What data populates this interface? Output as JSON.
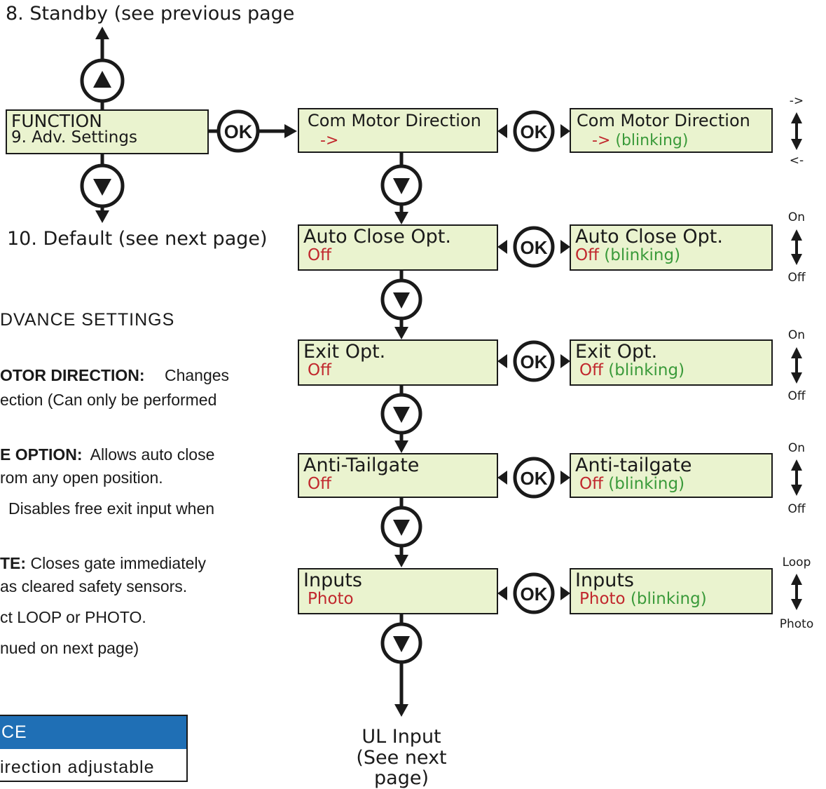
{
  "nav": {
    "up_text": "8. Standby (see previous page",
    "down_text": "10. Default (see next page)",
    "bottom_text_1": "UL Input",
    "bottom_text_2": "(See next page)"
  },
  "function_box": {
    "line1": "FUNCTION",
    "line2": "9. Adv. Settings"
  },
  "ok_label": "OK",
  "rows": [
    {
      "title_left": "Com Motor Direction",
      "value_left": "->",
      "title_right": "Com Motor Direction",
      "value_right": "->",
      "blink": "(blinking)",
      "opt_top": "->",
      "opt_bottom": "<-"
    },
    {
      "title_left": "Auto Close Opt.",
      "value_left": "Off",
      "title_right": "Auto Close Opt.",
      "value_right": "Off",
      "blink": "(blinking)",
      "opt_top": "On",
      "opt_bottom": "Off"
    },
    {
      "title_left": "Exit Opt.",
      "value_left": "Off",
      "title_right": "Exit Opt.",
      "value_right": "Off",
      "blink": "(blinking)",
      "opt_top": "On",
      "opt_bottom": "Off"
    },
    {
      "title_left": "Anti-Tailgate",
      "value_left": "Off",
      "title_right": "Anti-tailgate",
      "value_right": "Off",
      "blink": "(blinking)",
      "opt_top": "On",
      "opt_bottom": "Off"
    },
    {
      "title_left": "Inputs",
      "value_left": "Photo",
      "title_right": "Inputs",
      "value_right": "Photo",
      "blink": "(blinking)",
      "opt_top": "Loop",
      "opt_bottom": "Photo"
    }
  ],
  "left_text": {
    "heading": "DVANCE SETTINGS",
    "p1_bold": "OTOR DIRECTION:",
    "p1_rest": " Changes",
    "p1_line2": "ection (Can only be performed",
    "p2_bold": "E OPTION:",
    "p2_rest": " Allows auto close",
    "p2_line2": "rom any open position.",
    "p3_line1": "Disables free exit input when",
    "p4_bold": "TE:",
    "p4_rest": " Closes gate immediately",
    "p4_line2": "as cleared safety sensors.",
    "p5": "ct LOOP or PHOTO.",
    "p6": "nued on next page)"
  },
  "note_box": {
    "header": "CE",
    "body": "irection adjustable"
  },
  "colors": {
    "lcd_bg": "#eaf3cf",
    "red": "#c1272d",
    "green": "#3a9a3a",
    "note_header": "#1f6fb5"
  }
}
